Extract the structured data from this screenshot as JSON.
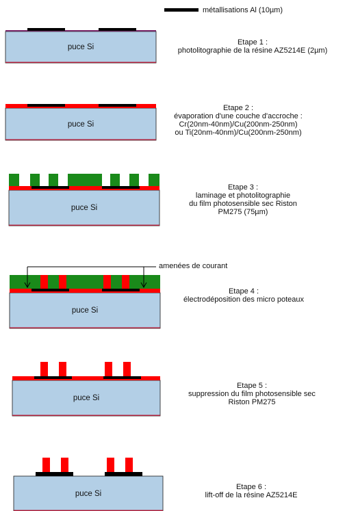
{
  "legend": {
    "text": "métallisations Al (10µm)"
  },
  "chip_label": "puce Si",
  "current_label": "amenées de courant",
  "steps": [
    {
      "title": "Etape 1 :",
      "lines": [
        "photolitographie de la résine AZ5214E (2µm)"
      ]
    },
    {
      "title": "Etape 2 :",
      "lines": [
        "évaporation d'une couche d'accroche :",
        "Cr(20nm-40nm)/Cu(200nm-250nm)",
        "ou Ti(20nm-40nm)/Cu(200nm-250nm)"
      ]
    },
    {
      "title": "Etape 3 :",
      "lines": [
        "laminage et photolitographie",
        "du film photosensible sec  Riston",
        "PM275 (75µm)"
      ]
    },
    {
      "title": "Etape 4 :",
      "lines": [
        "électrodéposition des micro poteaux"
      ]
    },
    {
      "title": "Etape 5 :",
      "lines": [
        "suppression du film photosensible sec",
        "Riston PM275"
      ]
    },
    {
      "title": "Etape 6 :",
      "lines": [
        "lift-off de la résine AZ5214E"
      ]
    }
  ],
  "colors": {
    "chip_fill": "#b3cfe6",
    "chip_stroke": "#1a1a1a",
    "chip_bottom": "#b0203a",
    "metal": "#000000",
    "copper_layer": "#ff0000",
    "resist_film": "#1a8a1a",
    "aaz_layer": "#7b2b6b"
  }
}
